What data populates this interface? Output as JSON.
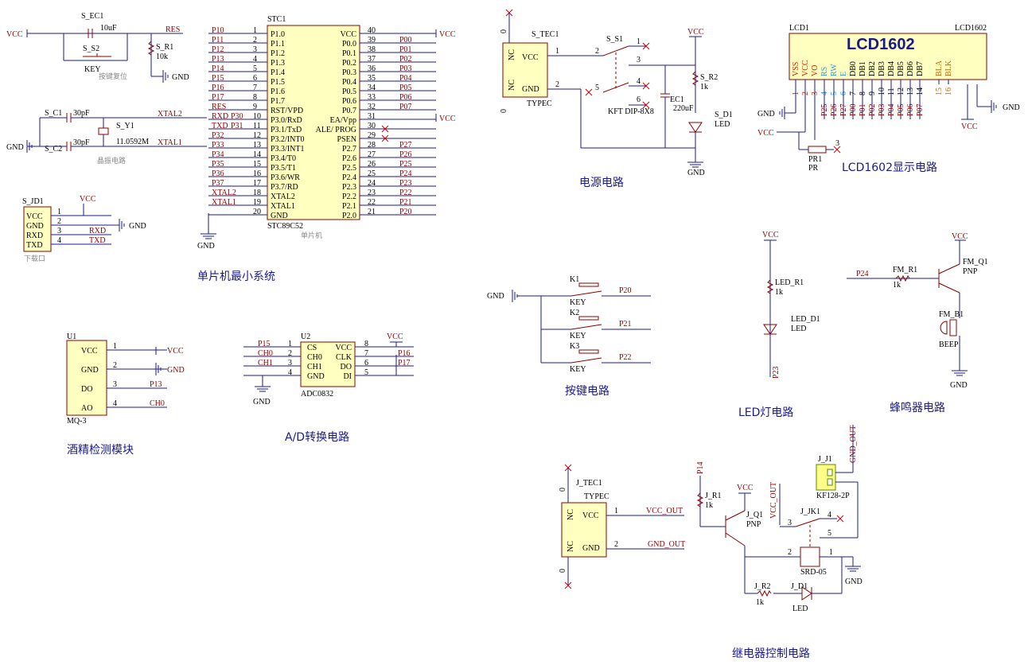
{
  "colors": {
    "wire": "#1a1a8c",
    "net": "#8b0000",
    "part_fill": "#ffffc0",
    "title": "#1a1a8c"
  },
  "titles": {
    "mcu": "单片机最小系统",
    "power": "电源电路",
    "lcd": "LCD1602显示电路",
    "keys": "按键电路",
    "led": "LED灯电路",
    "buzzer": "蜂鸣器电路",
    "alcohol": "酒精检测模块",
    "adc": "A/D转换电路",
    "relay": "继电器控制电路"
  },
  "reset": {
    "ec1": "S_EC1",
    "ec1_val": "10uF",
    "s2": "S_S2",
    "s2_type": "KEY",
    "r1": "S_R1",
    "r1_val": "10k",
    "res": "RES",
    "vcc": "VCC",
    "gnd": "GND",
    "note": "按键复位"
  },
  "crystal": {
    "c1": "S_C1",
    "c1_val": "30pF",
    "c2": "S_C2",
    "c2_val": "30pF",
    "y1": "S_Y1",
    "y1_val": "11.0592M",
    "xtal1": "XTAL1",
    "xtal2": "XTAL2",
    "gnd": "GND",
    "note": "晶振电路"
  },
  "download": {
    "des": "S_JD1",
    "note": "下载口",
    "vcc": "VCC",
    "gnd": "GND",
    "pins": [
      {
        "name": "VCC",
        "num": "1",
        "net": ""
      },
      {
        "name": "GND",
        "num": "2",
        "net": ""
      },
      {
        "name": "RXD",
        "num": "3",
        "net": "RXD"
      },
      {
        "name": "TXD",
        "num": "4",
        "net": "TXD"
      }
    ]
  },
  "mcu": {
    "des": "STC1",
    "part": "STC89C52",
    "note": "单片机",
    "gnd": "GND",
    "vcc": "VCC",
    "left": [
      {
        "net": "P10",
        "name": "P1.0",
        "num": "1"
      },
      {
        "net": "P11",
        "name": "P1.1",
        "num": "2"
      },
      {
        "net": "P12",
        "name": "P1.2",
        "num": "3"
      },
      {
        "net": "P13",
        "name": "P1.3",
        "num": "4"
      },
      {
        "net": "P14",
        "name": "P1.4",
        "num": "5"
      },
      {
        "net": "P15",
        "name": "P1.5",
        "num": "6"
      },
      {
        "net": "P16",
        "name": "P1.6",
        "num": "7"
      },
      {
        "net": "P17",
        "name": "P1.7",
        "num": "8"
      },
      {
        "net": "RES",
        "name": "RST/VPD",
        "num": "9"
      },
      {
        "net": "RXD",
        "name": "P3.0/RxD",
        "num": "10",
        "extra": "P30"
      },
      {
        "net": "TXD",
        "name": "P3.1/TxD",
        "num": "11",
        "extra": "P31"
      },
      {
        "net": "P32",
        "name": "P3.2/INT0",
        "num": "12"
      },
      {
        "net": "P33",
        "name": "P3.3/INT1",
        "num": "13"
      },
      {
        "net": "P34",
        "name": "P3.4/T0",
        "num": "14"
      },
      {
        "net": "P35",
        "name": "P3.5/T1",
        "num": "15"
      },
      {
        "net": "P36",
        "name": "P3.6/WR",
        "num": "16"
      },
      {
        "net": "P37",
        "name": "P3.7/RD",
        "num": "17"
      },
      {
        "net": "XTAL2",
        "name": "XTAL2",
        "num": "18"
      },
      {
        "net": "XTAL1",
        "name": "XTAL1",
        "num": "19"
      },
      {
        "net": "",
        "name": "GND",
        "num": "20"
      }
    ],
    "right": [
      {
        "name": "VCC",
        "num": "40",
        "net": ""
      },
      {
        "name": "P0.0",
        "num": "39",
        "net": "P00"
      },
      {
        "name": "P0.1",
        "num": "38",
        "net": "P01"
      },
      {
        "name": "P0.2",
        "num": "37",
        "net": "P02"
      },
      {
        "name": "P0.3",
        "num": "36",
        "net": "P03"
      },
      {
        "name": "P0.4",
        "num": "35",
        "net": "P04"
      },
      {
        "name": "P0.5",
        "num": "34",
        "net": "P05"
      },
      {
        "name": "P0.6",
        "num": "33",
        "net": "P06"
      },
      {
        "name": "P0.7",
        "num": "32",
        "net": "P07"
      },
      {
        "name": "EA/Vpp",
        "num": "31",
        "net": ""
      },
      {
        "name": "ALE/ PROG",
        "num": "30",
        "net": ""
      },
      {
        "name": "PSEN",
        "num": "29",
        "net": ""
      },
      {
        "name": "P2.7",
        "num": "28",
        "net": "P27"
      },
      {
        "name": "P2.6",
        "num": "27",
        "net": "P26"
      },
      {
        "name": "P2.5",
        "num": "26",
        "net": "P25"
      },
      {
        "name": "P2.4",
        "num": "25",
        "net": "P24"
      },
      {
        "name": "P2.3",
        "num": "24",
        "net": "P23"
      },
      {
        "name": "P2.2",
        "num": "23",
        "net": "P22"
      },
      {
        "name": "P2.1",
        "num": "22",
        "net": "P21"
      },
      {
        "name": "P2.0",
        "num": "21",
        "net": "P20"
      }
    ]
  },
  "power": {
    "tec": "S_TEC1",
    "tec_type": "TYPEC",
    "nc": "NC",
    "vcc_pin": "VCC",
    "gnd_pin": "GND",
    "sw": "S_S1",
    "sw_type": "KFT DIP-8X8",
    "r2": "S_R2",
    "r2_val": "1k",
    "ec1": "EC1",
    "ec1_val": "220uF",
    "d1": "S_D1",
    "d1_type": "LED",
    "vcc": "VCC",
    "gnd": "GND",
    "zero": "0",
    "n1": "1",
    "n2": "2",
    "n3": "3",
    "n4": "4",
    "n5": "5",
    "n6": "6"
  },
  "lcd": {
    "des": "LCD1",
    "part": "LCD1602",
    "type": "LCD1602",
    "pins": [
      "VSS",
      "VCC",
      "VO",
      "RS",
      "RW",
      "E",
      "DB0",
      "DB1",
      "DB2",
      "DB3",
      "DB4",
      "DB5",
      "DB6",
      "DB7",
      "BLA",
      "BLK"
    ],
    "nums": [
      "1",
      "2",
      "3",
      "4",
      "5",
      "6",
      "7",
      "8",
      "9",
      "10",
      "11",
      "12",
      "13",
      "14",
      "15",
      "16"
    ],
    "nets": [
      "",
      "",
      "",
      "P25",
      "P26",
      "P27",
      "P00",
      "P01",
      "P02",
      "P03",
      "P04",
      "P05",
      "P06",
      "P07",
      "",
      ""
    ],
    "pr1": "PR1",
    "pr": "PR",
    "gnd": "GND",
    "vcc": "VCC"
  },
  "keys": {
    "gnd": "GND",
    "items": [
      {
        "des": "K1",
        "type": "KEY",
        "net": "P20"
      },
      {
        "des": "K2",
        "type": "KEY",
        "net": "P21"
      },
      {
        "des": "K3",
        "type": "KEY",
        "net": "P22"
      }
    ]
  },
  "led": {
    "vcc": "VCC",
    "r1": "LED_R1",
    "r1_val": "1k",
    "d1": "LED_D1",
    "d1_type": "LED",
    "net": "P23"
  },
  "buzzer": {
    "vcc": "VCC",
    "net": "P24",
    "r1": "FM_R1",
    "r1_val": "1k",
    "q1": "FM_Q1",
    "q1_type": "PNP",
    "b1": "FM_B1",
    "b1_type": "BEEP",
    "gnd": "GND"
  },
  "alcohol": {
    "des": "U1",
    "part": "MQ-3",
    "pins": [
      {
        "name": "VCC",
        "num": "1",
        "net": "VCC"
      },
      {
        "name": "GND",
        "num": "2",
        "net": "GND"
      },
      {
        "name": "DO",
        "num": "3",
        "net": "P13"
      },
      {
        "name": "AO",
        "num": "4",
        "net": "CH0"
      }
    ]
  },
  "adc": {
    "des": "U2",
    "part": "ADC0832",
    "vcc": "VCC",
    "gnd": "GND",
    "left": [
      {
        "net": "P15",
        "name": "CS",
        "num": "1"
      },
      {
        "net": "CH0",
        "name": "CH0",
        "num": "2"
      },
      {
        "net": "CH1",
        "name": "CH1",
        "num": "3"
      },
      {
        "net": "",
        "name": "GND",
        "num": "4"
      }
    ],
    "right": [
      {
        "name": "VCC",
        "num": "8",
        "net": ""
      },
      {
        "name": "CLK",
        "num": "7",
        "net": "P16"
      },
      {
        "name": "DO",
        "num": "6",
        "net": "P17"
      },
      {
        "name": "DI",
        "num": "5",
        "net": ""
      }
    ]
  },
  "relay": {
    "tec": "J_TEC1",
    "tec_type": "TYPEC",
    "nc": "NC",
    "vcc_pin": "VCC",
    "gnd_pin": "GND",
    "vcc_out": "VCC_OUT",
    "gnd_out": "GND_OUT",
    "n1": "1",
    "n2": "2",
    "n3": "3",
    "n4": "4",
    "n5": "5",
    "zero": "0",
    "net_p14": "P14",
    "r1": "J_R1",
    "r1_val": "1k",
    "vcc": "VCC",
    "q1": "J_Q1",
    "q1_type": "PNP",
    "j1": "J_J1",
    "j1_type": "KF128-2P",
    "jk1": "J_JK1",
    "relay_type": "SRD-05",
    "r2": "J_R2",
    "r2_val": "1k",
    "d1": "J_D1",
    "d1_type": "LED",
    "gnd": "GND"
  }
}
